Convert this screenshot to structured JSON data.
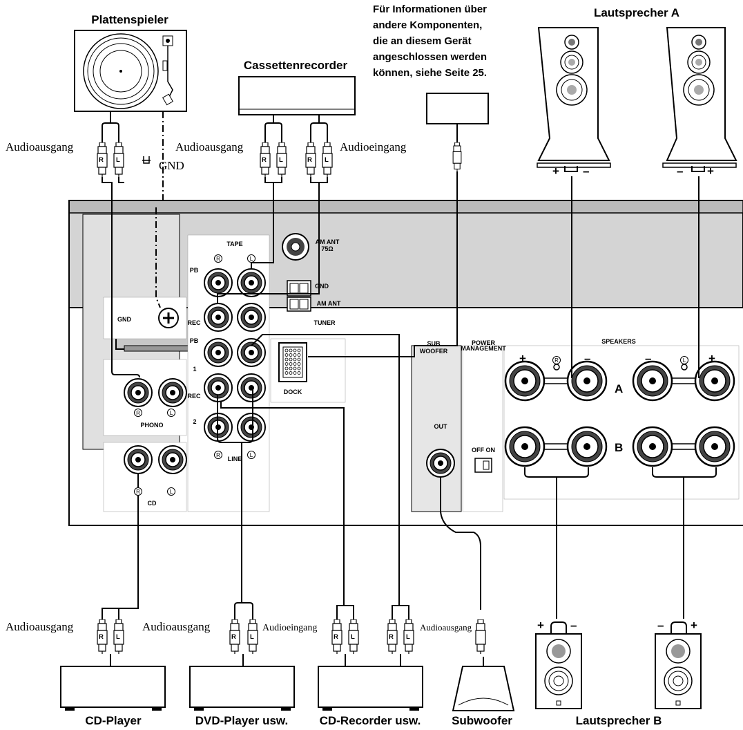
{
  "devices": {
    "turntable": "Plattenspieler",
    "tape": "Cassettenrecorder",
    "info": [
      "Für Informationen über",
      "andere Komponenten,",
      "die an diesem Gerät",
      "angeschlossen werden",
      "können, siehe Seite 25."
    ],
    "speakers_a": "Lautsprecher A",
    "speakers_b": "Lautsprecher B",
    "cd_player": "CD-Player",
    "dvd_player": "DVD-Player usw.",
    "cd_recorder": "CD-Recorder usw.",
    "subwoofer": "Subwoofer"
  },
  "cables": {
    "audio_out": "Audioausgang",
    "audio_in": "Audioeingang",
    "gnd": "GND",
    "plug_r": "R",
    "plug_l": "L"
  },
  "panel": {
    "tape": "TAPE",
    "pb": "PB",
    "rec": "REC",
    "gnd": "GND",
    "phono": "PHONO",
    "cd": "CD",
    "line": "LINE",
    "line_1": "1",
    "line_2": "2",
    "ch_r": "R",
    "ch_l": "L",
    "am_ant": "AM ANT",
    "am_ant_ohm": "75Ω",
    "fm_gnd": "GND",
    "am_ant2": "AM ANT",
    "tuner": "TUNER",
    "dock": "DOCK",
    "sub_woofer": [
      "SUB",
      "WOOFER"
    ],
    "out": "OUT",
    "power_management": [
      "POWER",
      "MANAGEMENT"
    ],
    "off_on": "OFF  ON",
    "speakers": "SPEAKERS",
    "row_a": "A",
    "row_b": "B",
    "plus": "+",
    "minus": "–"
  }
}
